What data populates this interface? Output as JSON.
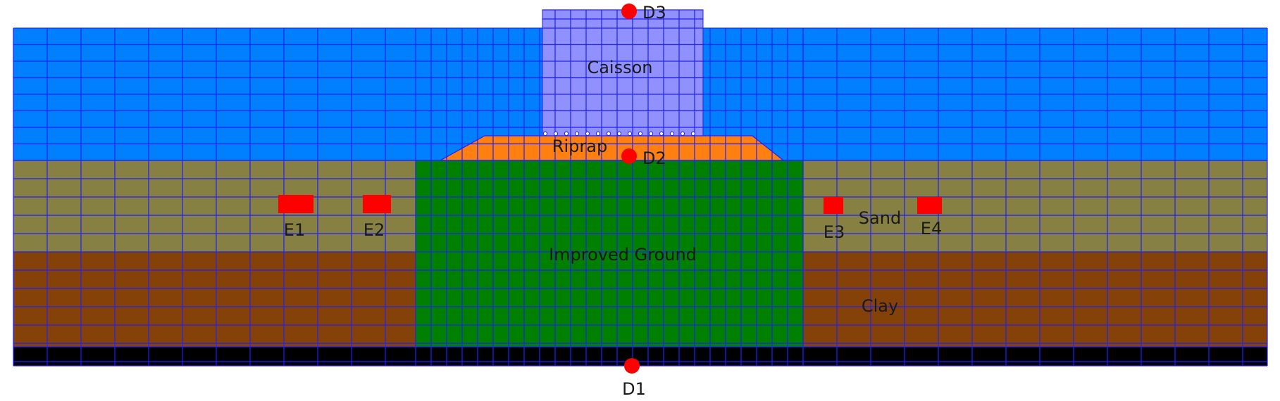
{
  "materials": {
    "caisson": {
      "label": "Caisson",
      "color": "#9090ff"
    },
    "riprap": {
      "label": "Riprap",
      "color": "#ff8010"
    },
    "improved_ground": {
      "label": "Improved Ground",
      "color": "#008000"
    },
    "sand": {
      "label": "Sand",
      "color": "#868042"
    },
    "clay": {
      "label": "Clay",
      "color": "#854208"
    },
    "water": {
      "color": "#0080ff"
    },
    "base": {
      "color": "#000000"
    }
  },
  "mesh_color": "#2020ff",
  "displacement_points": [
    {
      "id": "D1",
      "color": "#ff0000"
    },
    {
      "id": "D2",
      "color": "#ff0000"
    },
    {
      "id": "D3",
      "color": "#ff0000"
    }
  ],
  "element_points": [
    {
      "id": "E1",
      "color": "#ff0000"
    },
    {
      "id": "E2",
      "color": "#ff0000"
    },
    {
      "id": "E3",
      "color": "#ff0000"
    },
    {
      "id": "E4",
      "color": "#ff0000"
    }
  ]
}
